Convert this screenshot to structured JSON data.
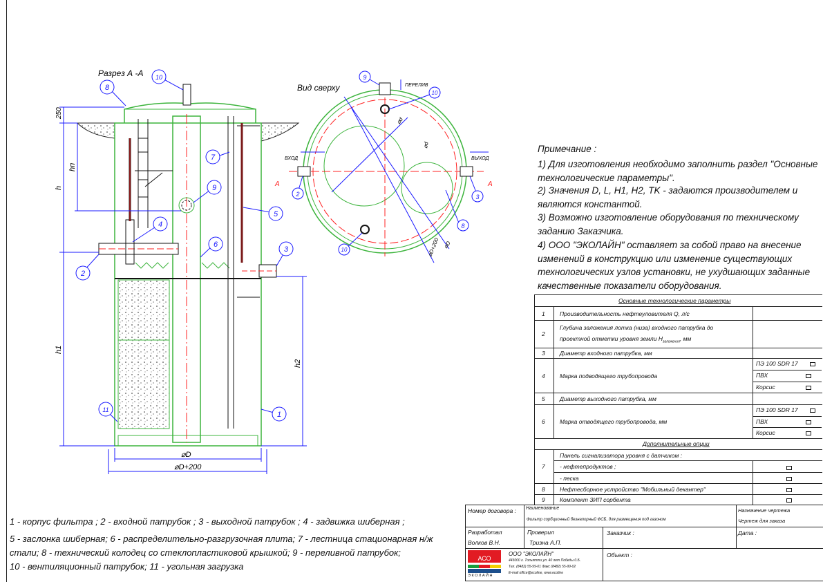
{
  "views": {
    "section_title": "Разрез А -А",
    "top_title": "Вид сверху"
  },
  "labels": {
    "inlet": "ВХОД",
    "outlet": "ВЫХОД",
    "overflow": "ПЕРЕЛИВ",
    "section_mark": "А"
  },
  "dimensions": {
    "d250": "250",
    "h": "h",
    "hn": "hп",
    "h1": "h1",
    "h2": "h2",
    "D": "⌀D",
    "D200": "⌀D+200",
    "d": "⌀d",
    "d_small": "⌀d",
    "topD": "⌀D",
    "topD200": "⌀D+200"
  },
  "callouts": [
    "1",
    "2",
    "3",
    "4",
    "5",
    "6",
    "7",
    "8",
    "9",
    "10",
    "11"
  ],
  "notes": {
    "title": "Примечание :",
    "items": [
      "1) Для изготовления необходимо заполнить раздел \"Основные технологические параметры\".",
      "2) Значения D, L, H1, H2, TK - задаются производителем и являются константой.",
      "3) Возможно изготовление оборудования по техническому заданию Заказчика.",
      "4) ООО \"ЭКОЛАЙН\" оставляет за собой право на внесение изменений в конструкцию или изменение существующих технологических узлов установки, не ухудшающих заданные качественные показатели оборудования."
    ]
  },
  "params_table": {
    "header": "Основные технологические параметры",
    "rows": [
      {
        "n": "1",
        "text": "Производительность нефтеуловителя Q, л/с"
      },
      {
        "n": "2",
        "text": "Глубина заложения лотка (низа) входного патрубка до",
        "text2": "проектной отметки уровня земли H",
        "sub": "заложения",
        "tail": ", мм"
      },
      {
        "n": "3",
        "text": "Диаметр входного патрубка, мм"
      },
      {
        "n": "4",
        "text": "Марка подводящего трубопровода",
        "options": [
          "ПЭ 100 SDR 17",
          "ПВХ",
          "Корсис"
        ]
      },
      {
        "n": "5",
        "text": "Диаметр выходного патрубка, мм"
      },
      {
        "n": "6",
        "text": "Марка отводящего трубопровода, мм",
        "options": [
          "ПЭ 100 SDR 17",
          "ПВХ",
          "Корсис"
        ]
      }
    ],
    "options_header": "Дополнительные опции",
    "option_rows": [
      {
        "n": "7",
        "text": "Панель сигнализатора уровня с датчиком :",
        "subs": [
          "- нефтепродуктов ;",
          "- песка"
        ]
      },
      {
        "n": "8",
        "text": "Нефтесборное устройство \"Мобильный декантер\""
      },
      {
        "n": "9",
        "text": "Комплект ЗИП сорбента"
      }
    ]
  },
  "title_block": {
    "contract_label": "Номер договора :",
    "name_label": "Наименование",
    "name_value": "Фильтр сорбционный безнапорный ФСБ, для размещения под газоном",
    "purpose_label": "Назначение чертежа",
    "purpose_value": "Чертеж для заказа",
    "developer_label": "Разработал",
    "developer_value": "Волков В.Н.",
    "checked_label": "Проверил",
    "checked_value": "Тризна А.П.",
    "customer_label": "Заказчик :",
    "date_label": "Дата :",
    "object_label": "Объект :",
    "company": "ООО \"ЭКОЛАЙН\"",
    "address": "445000 г. Тольятти ул. 40 лет Победы 0.Б.",
    "phone": "Тел. (8482) 55-99-01  Факс (8482) 55-99-02",
    "email": "E-mail office@ecoline, www.ecoline",
    "logo_text": "АСО",
    "logo_sub": "ЭКОЛАЙН"
  },
  "legend": [
    "1 - корпус фильтра ; 2 - входной патрубок ; 3 - выходной патрубок ; 4 - задвижка шиберная ;",
    "5 - заслонка шиберная; 6 - распределительно-разгрузочная плита; 7 - лестница стационарная н/ж",
    "стали; 8 - технический колодец со стеклопластиковой крышкой; 9 - переливной патрубок;",
    "10 - вентиляционный патрубок; 11 - угольная загрузка"
  ],
  "colors": {
    "body": "#3cb43c",
    "dimension": "#1a1aff",
    "axis": "#ff2020",
    "line": "#111111"
  }
}
